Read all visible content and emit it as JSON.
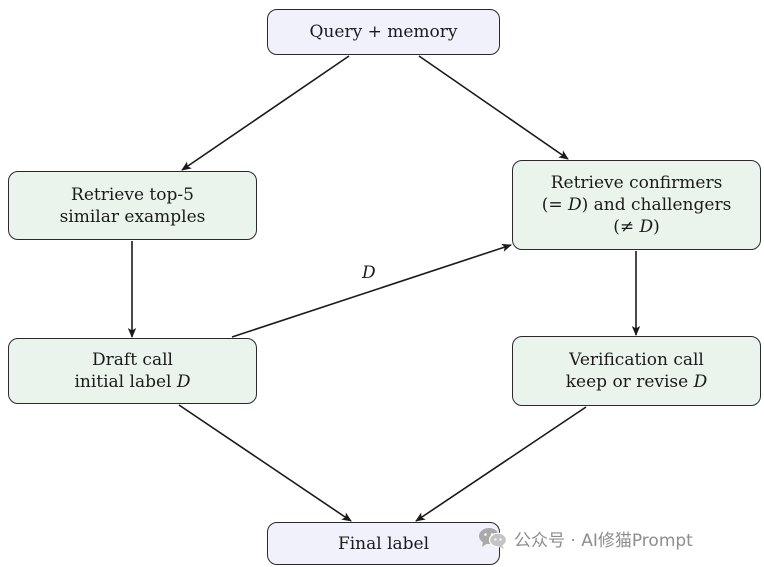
{
  "nodes": {
    "query": {
      "line1": "Query + memory"
    },
    "retrieve_top5": {
      "line1": "Retrieve top-5",
      "line2": "similar examples"
    },
    "retrieve_confirmers": {
      "line1": "Retrieve confirmers",
      "line2_pre": "(= ",
      "line2_var": "D",
      "line2_post": ") and challengers",
      "line3_pre": "(≠ ",
      "line3_var": "D",
      "line3_post": ")"
    },
    "draft_call": {
      "line1": "Draft call",
      "line2_pre": "initial label ",
      "line2_var": "D"
    },
    "verification_call": {
      "line1": "Verification call",
      "line2_pre": "keep or revise ",
      "line2_var": "D"
    },
    "final_label": {
      "line1": "Final label"
    }
  },
  "edge_labels": {
    "draft_to_confirmers": "D"
  },
  "watermark": {
    "icon": "wechat-icon",
    "text": "公众号 · AI修猫Prompt"
  },
  "colors": {
    "io_fill": "#f1f1fb",
    "step_fill": "#eaf4ec",
    "stroke": "#1a1a1a",
    "watermark": "#8d8d8d"
  }
}
